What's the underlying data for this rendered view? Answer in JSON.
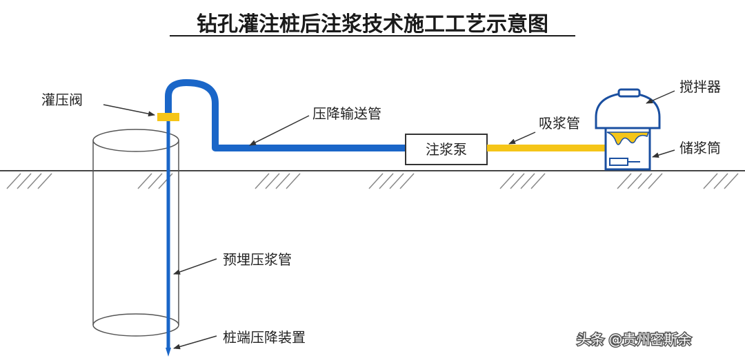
{
  "title": "钻孔灌注桩后注浆技术施工工艺示意图",
  "labels": {
    "valve": "灌压阀",
    "delivery_pipe": "压降输送管",
    "pump": "注浆泵",
    "suction_pipe": "吸浆管",
    "mixer": "搅拌器",
    "storage_tank": "储浆筒",
    "embedded_pipe": "预埋压浆管",
    "pile_end_device": "桩端压降装置"
  },
  "watermark": "头条 @贵州密斯余",
  "colors": {
    "pipe_blue": "#1a66c8",
    "valve_yellow": "#f5c518",
    "outline_blue": "#1a4fa0",
    "ground": "#444444"
  }
}
